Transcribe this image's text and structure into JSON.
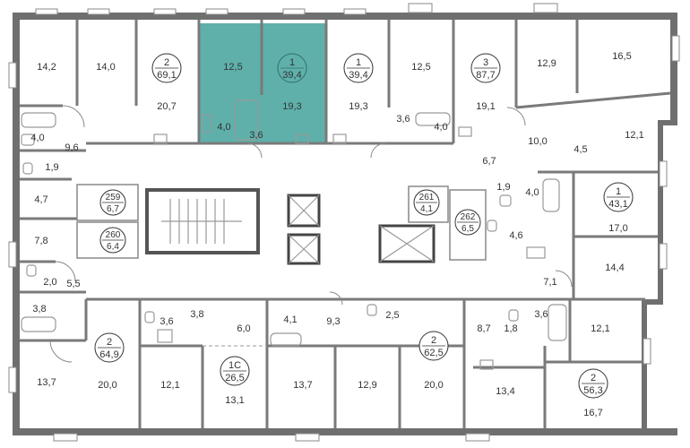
{
  "plan": {
    "highlight_color": "#5fb0aa",
    "wall_color": "#6f6f6f",
    "rooms": [
      {
        "id": "r1",
        "label": "14,2"
      },
      {
        "id": "r2",
        "label": "14,0"
      },
      {
        "id": "r3",
        "label": "20,7"
      },
      {
        "id": "r4",
        "label": "12,5"
      },
      {
        "id": "r5",
        "label": "4,0"
      },
      {
        "id": "r6",
        "label": "3,6"
      },
      {
        "id": "r7",
        "label": "19,3"
      },
      {
        "id": "r8",
        "label": "19,3"
      },
      {
        "id": "r9",
        "label": "12,5"
      },
      {
        "id": "r10",
        "label": "3,6"
      },
      {
        "id": "r11",
        "label": "4,0"
      },
      {
        "id": "r12",
        "label": "19,1"
      },
      {
        "id": "r13",
        "label": "12,9"
      },
      {
        "id": "r14",
        "label": "16,5"
      },
      {
        "id": "r15",
        "label": "12,1"
      },
      {
        "id": "r16",
        "label": "10,0"
      },
      {
        "id": "r17",
        "label": "4,5"
      },
      {
        "id": "r18",
        "label": "6,7"
      },
      {
        "id": "r19",
        "label": "4,0"
      },
      {
        "id": "r20",
        "label": "9,6"
      },
      {
        "id": "r21",
        "label": "1,9"
      },
      {
        "id": "r22",
        "label": "4,7"
      },
      {
        "id": "r23",
        "label": "7,8"
      },
      {
        "id": "r24",
        "label": "2,0"
      },
      {
        "id": "r25",
        "label": "5,5"
      },
      {
        "id": "r26",
        "label": "3,8"
      },
      {
        "id": "r27",
        "label": "1,9"
      },
      {
        "id": "r28",
        "label": "4,0"
      },
      {
        "id": "r29",
        "label": "17,0"
      },
      {
        "id": "r30",
        "label": "4,6"
      },
      {
        "id": "r31",
        "label": "14,4"
      },
      {
        "id": "r32",
        "label": "7,1"
      },
      {
        "id": "r33",
        "label": "3,6"
      },
      {
        "id": "r34",
        "label": "3,8"
      },
      {
        "id": "r35",
        "label": "6,0"
      },
      {
        "id": "r36",
        "label": "4,1"
      },
      {
        "id": "r37",
        "label": "9,3"
      },
      {
        "id": "r38",
        "label": "2,5"
      },
      {
        "id": "r39",
        "label": "8,7"
      },
      {
        "id": "r40",
        "label": "1,8"
      },
      {
        "id": "r41",
        "label": "3,6"
      },
      {
        "id": "r42",
        "label": "12,1"
      },
      {
        "id": "r43",
        "label": "13,7"
      },
      {
        "id": "r44",
        "label": "20,0"
      },
      {
        "id": "r45",
        "label": "12,1"
      },
      {
        "id": "r46",
        "label": "13,1"
      },
      {
        "id": "r47",
        "label": "13,7"
      },
      {
        "id": "r48",
        "label": "12,9"
      },
      {
        "id": "r49",
        "label": "20,0"
      },
      {
        "id": "r50",
        "label": "13,4"
      },
      {
        "id": "r51",
        "label": "16,7"
      }
    ],
    "apartments": [
      {
        "id": "a1",
        "rooms": "2",
        "area": "69,1",
        "highlighted": false
      },
      {
        "id": "a2",
        "rooms": "1",
        "area": "39,4",
        "highlighted": true
      },
      {
        "id": "a3",
        "rooms": "1",
        "area": "39,4",
        "highlighted": false
      },
      {
        "id": "a4",
        "rooms": "3",
        "area": "87,7",
        "highlighted": false
      },
      {
        "id": "a5",
        "rooms": "1",
        "area": "43,1",
        "highlighted": false
      },
      {
        "id": "a6",
        "rooms": "2",
        "area": "64,9",
        "highlighted": false
      },
      {
        "id": "a7",
        "rooms": "1С",
        "area": "26,5",
        "highlighted": false
      },
      {
        "id": "a8",
        "rooms": "2",
        "area": "62,5",
        "highlighted": false
      },
      {
        "id": "a9",
        "rooms": "2",
        "area": "56,3",
        "highlighted": false
      }
    ],
    "storerooms": [
      {
        "id": "s1",
        "number": "259",
        "area": "6,7"
      },
      {
        "id": "s2",
        "number": "260",
        "area": "6,4"
      },
      {
        "id": "s3",
        "number": "261",
        "area": "4,1"
      },
      {
        "id": "s4",
        "number": "262",
        "area": "6,5"
      }
    ]
  }
}
